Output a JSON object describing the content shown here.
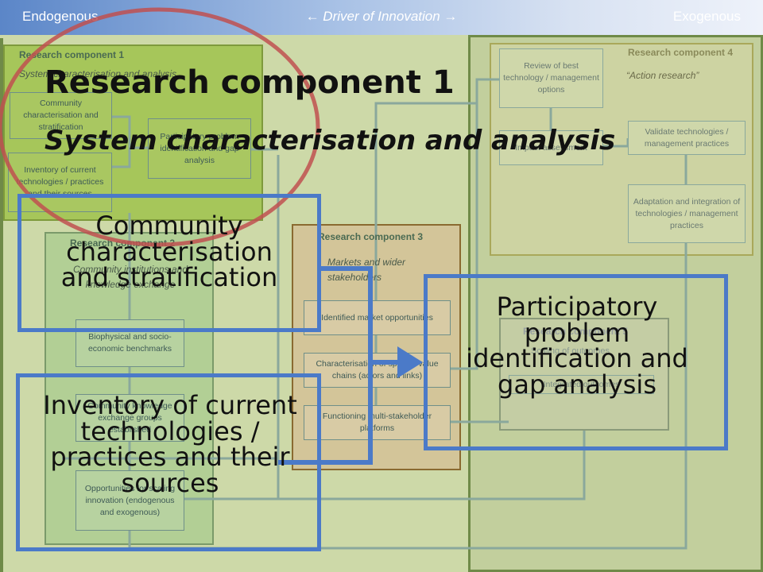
{
  "header": {
    "left": "Endogenous",
    "center": "← Driver of Innovation →",
    "right": "Exogenous"
  },
  "rc1": {
    "title": "Research component 1",
    "subtitle": "System characterisation and analysis",
    "box_community": "Community characterisation and stratification",
    "box_inventory": "Inventory of current technologies / practices and their sources",
    "box_participatory": "Participatory problem identification and gap analysis"
  },
  "rc2": {
    "title": "Research component 2",
    "subtitle": "Community institutions and knowledge exchange",
    "box_benchmarks": "Biophysical and socio-economic benchmarks",
    "box_groups": "Community knowledge exchange groups established",
    "box_opportunities": "Opportunities for scaling innovation (endogenous and exogenous)"
  },
  "rc3": {
    "title": "Research component 3",
    "subtitle": "Markets and wider stakeholders",
    "box_market": "Identified market opportunities",
    "box_value_chains": "Characterisation of specific value chains (actors and links)",
    "box_platforms": "Functioning multi-stakeholder platforms"
  },
  "rc4": {
    "title": "Research component 4",
    "subtitle": "“Action research”",
    "box_review": "Review of best technology / management options",
    "box_impact": "Impact assessment",
    "box_validate": "Validate technologies / management practices",
    "box_adaptation": "Adaptation and integration of technologies / management practices"
  },
  "rc5": {
    "title": "Research component 5",
    "line1": "Scaling of outcomes",
    "line2": "Integrated outcomes"
  },
  "overlay": {
    "title_line1": "Research component 1",
    "title_line2": "System characterisation and analysis",
    "callout_community": "Community characterisation and stratification",
    "callout_participatory": "Participatory problem identification and gap analysis",
    "callout_inventory": "Inventory of current technologies / practices and their sources"
  },
  "colors": {
    "header_blue": "#5b86c8",
    "highlight_blue": "#4b7ac8",
    "ellipse_red": "#c05050",
    "rc1_green": "#9fc453",
    "rc3_brown": "#8a6a30"
  }
}
